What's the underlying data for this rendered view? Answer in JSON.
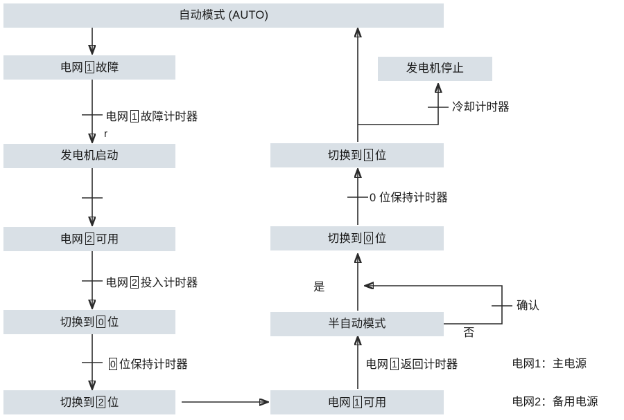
{
  "diagram": {
    "title_node": "自动模式 (AUTO)",
    "nodes": [
      {
        "id": "auto-mode",
        "label": "自动模式 (AUTO)"
      },
      {
        "id": "mains1-fault",
        "label_pre": "电网",
        "boxed": "1",
        "label_post": "故障"
      },
      {
        "id": "generator-start",
        "label": "发电机启动"
      },
      {
        "id": "mains2-available",
        "label_pre": "电网",
        "boxed": "2",
        "label_post": "可用"
      },
      {
        "id": "switch-to-0-left",
        "label_pre": "切换到",
        "boxed": "0",
        "label_post": "位"
      },
      {
        "id": "switch-to-2-left",
        "label_pre": "切换到",
        "boxed": "2",
        "label_post": "位"
      },
      {
        "id": "generator-stop",
        "label": "发电机停止"
      },
      {
        "id": "switch-to-1",
        "label_pre": "切换到",
        "boxed": "1",
        "label_post": "位"
      },
      {
        "id": "switch-to-0-right",
        "label_pre": "切换到",
        "boxed": "0",
        "label_post": "位"
      },
      {
        "id": "semi-auto-mode",
        "label": "半自动模式"
      },
      {
        "id": "mains1-available",
        "label_pre": "电网",
        "boxed": "1",
        "label_post": "可用"
      }
    ],
    "edge_labels": {
      "mains1_fault_timer_pre": "电网",
      "mains1_fault_timer_boxed": "1",
      "mains1_fault_timer_post": "故障计时器",
      "stray_r": "r",
      "mains2_in_timer_pre": "电网",
      "mains2_in_timer_boxed": "2",
      "mains2_in_timer_post": "投入计时器",
      "pos0_hold_timer_left_boxed": "0",
      "pos0_hold_timer_left_post": "位保持计时器",
      "cooling_timer": "冷却计时器",
      "pos0_hold_timer_right": "0 位保持计时器",
      "yes": "是",
      "no": "否",
      "confirm": "确认",
      "mains1_return_timer_pre": "电网",
      "mains1_return_timer_boxed": "1",
      "mains1_return_timer_post": "返回计时器"
    },
    "legend": [
      "电网1：主电源",
      "电网2：备用电源"
    ],
    "colors": {
      "node_fill": "#d9e0e6",
      "line": "#2b2b2b",
      "text": "#1a1a1a",
      "background": "#ffffff"
    }
  }
}
